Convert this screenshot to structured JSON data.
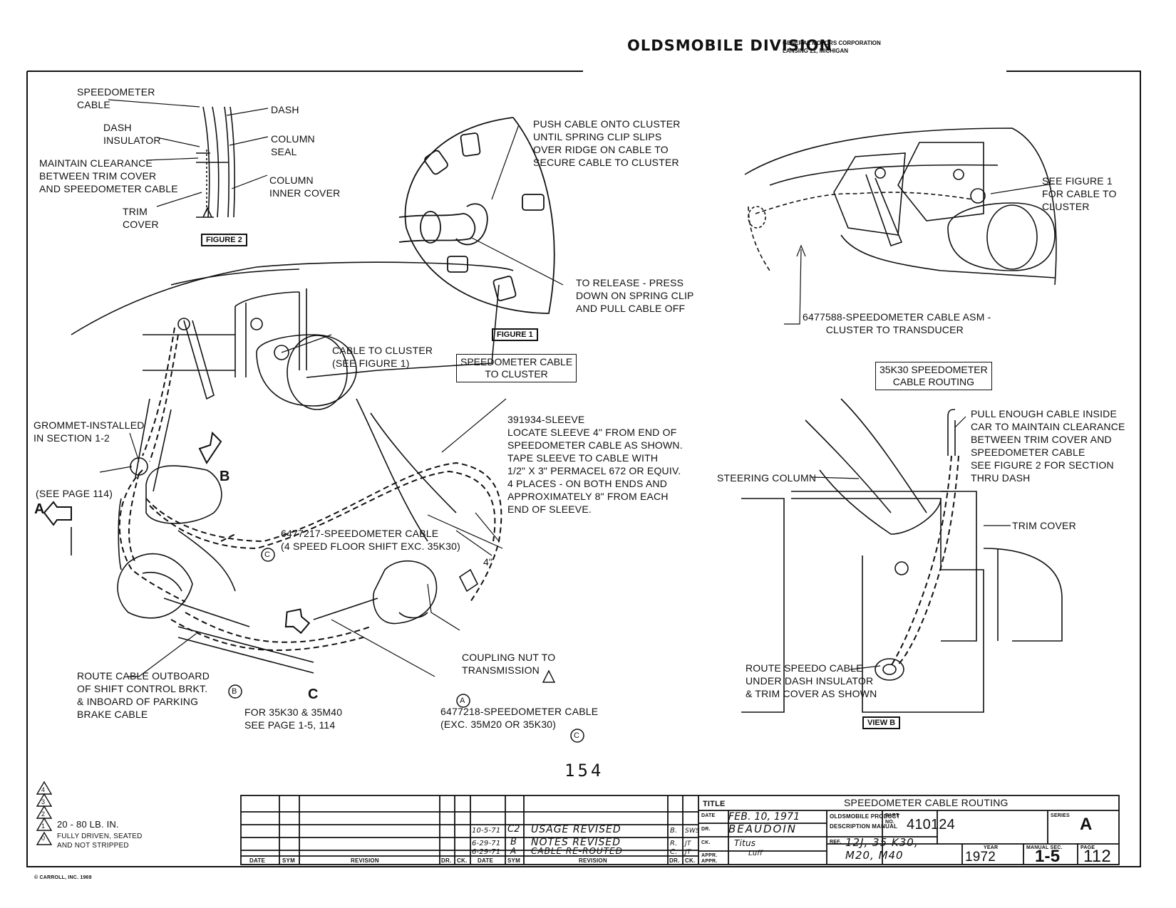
{
  "header": {
    "division": "OLDSMOBILE DIVISION",
    "corp_line1": "GENERAL MOTORS CORPORATION",
    "corp_line2": "LANSING 21, MICHIGAN"
  },
  "figure2": {
    "tag": "FIGURE 2",
    "labels": {
      "speedo_cable": "SPEEDOMETER\nCABLE",
      "dash": "DASH",
      "dash_insulator": "DASH\nINSULATOR",
      "column_seal": "COLUMN\nSEAL",
      "maintain": "MAINTAIN CLEARANCE\nBETWEEN TRIM COVER\nAND SPEEDOMETER CABLE",
      "column_inner": "COLUMN\nINNER COVER",
      "trim_cover": "TRIM\nCOVER"
    }
  },
  "figure1": {
    "tag": "FIGURE 1",
    "push_note": "PUSH CABLE ONTO CLUSTER\nUNTIL SPRING CLIP SLIPS\nOVER RIDGE ON CABLE TO\nSECURE CABLE TO CLUSTER",
    "release_note": "TO RELEASE - PRESS\nDOWN ON SPRING CLIP\nAND PULL CABLE OFF",
    "box": "SPEEDOMETER CABLE\nTO CLUSTER"
  },
  "routing35k30": {
    "see_fig1": "SEE FIGURE 1\nFOR CABLE TO\nCLUSTER",
    "cable_asm": "6477588-SPEEDOMETER CABLE ASM -\n        CLUSTER TO TRANSDUCER",
    "box": "35K30 SPEEDOMETER\nCABLE ROUTING"
  },
  "main": {
    "cable_to_cluster": "CABLE TO CLUSTER\n(SEE FIGURE 1)",
    "grommet": "GROMMET-INSTALLED\nIN SECTION 1-2",
    "see_page": "(SEE PAGE 114)",
    "view_a": "A",
    "view_b": "B",
    "view_c": "C",
    "sleeve_note": "391934-SLEEVE\nLOCATE SLEEVE 4\" FROM END OF\nSPEEDOMETER CABLE AS SHOWN.\nTAPE SLEEVE TO CABLE WITH\n1/2\" X 3\" PERMACEL 672 OR EQUIV.\n4 PLACES - ON BOTH ENDS AND\nAPPROXIMATELY 8\" FROM EACH\nEND OF SLEEVE.",
    "cable_6477217": "6477217-SPEEDOMETER CABLE\n(4 SPEED FLOOR SHIFT EXC. 35K30)",
    "dim_4": "4\"",
    "coupling": "COUPLING NUT TO\nTRANSMISSION",
    "route_outboard": "ROUTE CABLE OUTBOARD\nOF SHIFT CONTROL BRKT.\n& INBOARD OF PARKING\nBRAKE CABLE",
    "for_35k30": "FOR 35K30 & 35M40\nSEE PAGE 1-5, 114",
    "cable_6477218": "6477218-SPEEDOMETER CABLE\n(EXC. 35M20 OR 35K30)",
    "circle_a": "A",
    "circle_b": "B",
    "circle_c": "C"
  },
  "view_b": {
    "steering": "STEERING COLUMN",
    "pull_note": "PULL ENOUGH CABLE INSIDE\nCAR TO MAINTAIN CLEARANCE\nBETWEEN TRIM COVER AND\nSPEEDOMETER CABLE\nSEE FIGURE 2 FOR SECTION\nTHRU DASH",
    "trim_cover": "TRIM COVER",
    "route_speedo": "ROUTE SPEEDO CABLE\nUNDER DASH INSULATOR\n& TRIM COVER AS SHOWN",
    "tag": "VIEW B"
  },
  "page_number": "154",
  "legend": {
    "torque": "20 - 80 LB. IN.",
    "driven": "FULLY DRIVEN, SEATED\nAND NOT STRIPPED",
    "marks": [
      "4",
      "3",
      "2",
      "1",
      "0"
    ]
  },
  "footer_copyright": "© CARROLL, INC. 1969",
  "title_block": {
    "title_label": "TITLE",
    "title": "SPEEDOMETER CABLE ROUTING",
    "date_label": "DATE",
    "date": "FEB. 10, 1971",
    "dr_label": "DR.",
    "dr": "BEAUDOIN",
    "ck_label": "CK.",
    "ck": "Titus",
    "appr_label": "APPR.",
    "appr": "Luff",
    "appr2_label": "APPR.",
    "product_line1": "OLDSMOBILE PRODUCT",
    "product_line2": "DESCRIPTION MANUAL",
    "part_label": "PART\nNO.",
    "part_no": "410124",
    "series_label": "SERIES",
    "series": "A",
    "ref_label": "REF.",
    "ref": "12J, 35 K30,\nM20, M40",
    "year_label": "YEAR",
    "year": "1972",
    "manual_label": "MANUAL SEC.",
    "manual_sec": "1-5",
    "page_label": "PAGE",
    "page": "112",
    "col_headers": [
      "DATE",
      "SYM",
      "REVISION",
      "DR.",
      "CK.",
      "DATE",
      "SYM",
      "REVISION",
      "DR.",
      "CK."
    ],
    "revisions": [
      {
        "date": "10-5-71",
        "sym": "C2",
        "text": "USAGE REVISED",
        "dr": "B.",
        "ck": "SWS"
      },
      {
        "date": "6-29-71",
        "sym": "B",
        "text": "NOTES REVISED",
        "dr": "R.",
        "ck": "JT"
      },
      {
        "date": "6-29-71",
        "sym": "A",
        "text": "CABLE RE-ROUTED",
        "dr": "C.",
        "ck": "JT"
      }
    ]
  }
}
